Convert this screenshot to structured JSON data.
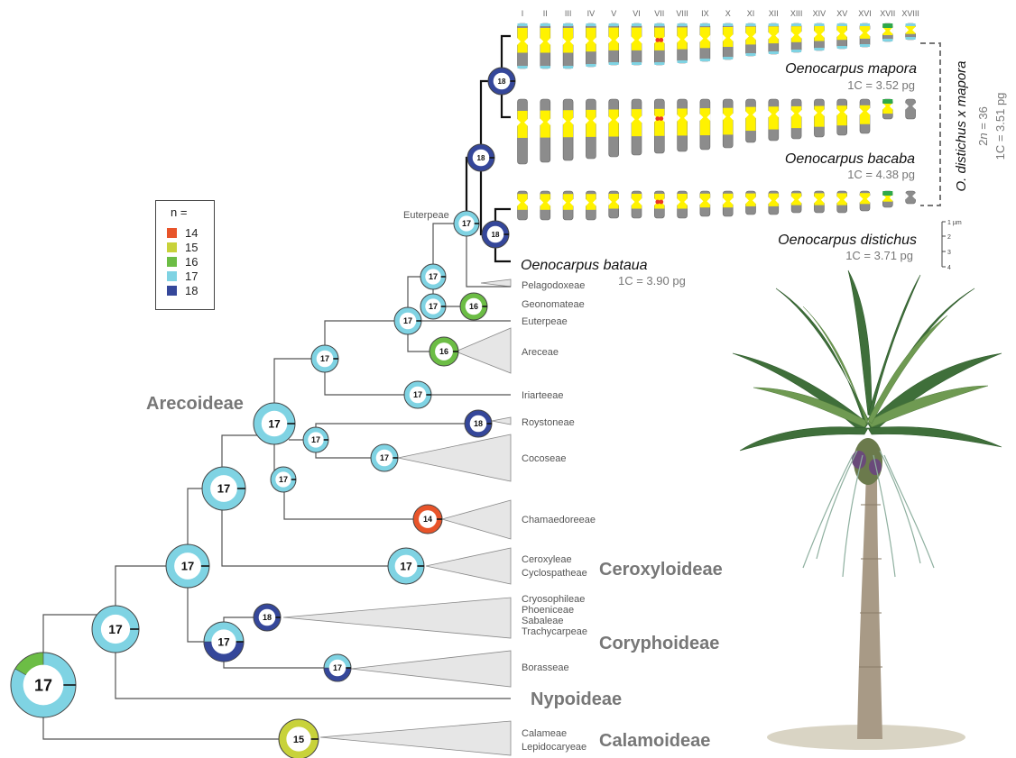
{
  "legend": {
    "title": "n =",
    "items": [
      {
        "label": "14",
        "color": "#e8542a"
      },
      {
        "label": "15",
        "color": "#c8d23a"
      },
      {
        "label": "16",
        "color": "#6cbd45"
      },
      {
        "label": "17",
        "color": "#7fd3e3"
      },
      {
        "label": "18",
        "color": "#35479a"
      }
    ]
  },
  "colors": {
    "n14": "#e8542a",
    "n15": "#c8d23a",
    "n16": "#6cbd45",
    "n17": "#7fd3e3",
    "n18": "#35479a",
    "yellow": "#fff200",
    "grey": "#8c8c8c",
    "branch": "#555555"
  },
  "nodes": [
    "17",
    "15",
    "17",
    "17",
    "17",
    "18",
    "17",
    "17",
    "17",
    "17",
    "17",
    "18",
    "17",
    "14",
    "17",
    "17",
    "17",
    "16",
    "17",
    "16",
    "17",
    "18",
    "18",
    "18"
  ],
  "subfamilies": [
    "Arecoideae",
    "Ceroxyloideae",
    "Coryphoideae",
    "Nypoideae",
    "Calamoideae"
  ],
  "tips": {
    "pelagodoxeae": "Pelagodoxeae",
    "geonomateae": "Geonomateae",
    "euterpeae": "Euterpeae",
    "euterpeae_top": "Euterpeae",
    "areceae": "Areceae",
    "iriarteeae": "Iriarteeae",
    "roystoneae": "Roystoneae",
    "cocoseae": "Cocoseae",
    "chamaedoreeae": "Chamaedoreeae",
    "ceroxyleae": "Ceroxyleae",
    "cyclospatheae": "Cyclospatheae",
    "cryosophileae": "Cryosophileae",
    "phoeniceae": "Phoeniceae",
    "sabaleae": "Sabaleae",
    "trachycarpeae": "Trachycarpeae",
    "borasseae": "Borasseae",
    "calameae": "Calameae",
    "lepidocaryeae": "Lepidocaryeae"
  },
  "species": [
    {
      "name": "Oenocarpus mapora",
      "genome": "1C = 3.52 pg"
    },
    {
      "name": "Oenocarpus bacaba",
      "genome": "1C = 4.38 pg"
    },
    {
      "name": "Oenocarpus distichus",
      "genome": "1C = 3.71 pg"
    },
    {
      "name": "Oenocarpus bataua",
      "genome": "1C = 3.90 pg"
    }
  ],
  "hybrid": {
    "name": "O. distichus x mapora",
    "ploidy_prefix": "2",
    "ploidy_italic": "n",
    "ploidy_value": " = 36",
    "genome": "1C = 3.51 pg"
  },
  "chromosome_numerals": [
    "I",
    "II",
    "III",
    "IV",
    "V",
    "VI",
    "VII",
    "VIII",
    "IX",
    "X",
    "XI",
    "XII",
    "XIII",
    "XIV",
    "XV",
    "XVI",
    "XVII",
    "XVIII"
  ],
  "scale": {
    "unit": "1 µm",
    "ticks": [
      "2",
      "3",
      "4"
    ]
  }
}
